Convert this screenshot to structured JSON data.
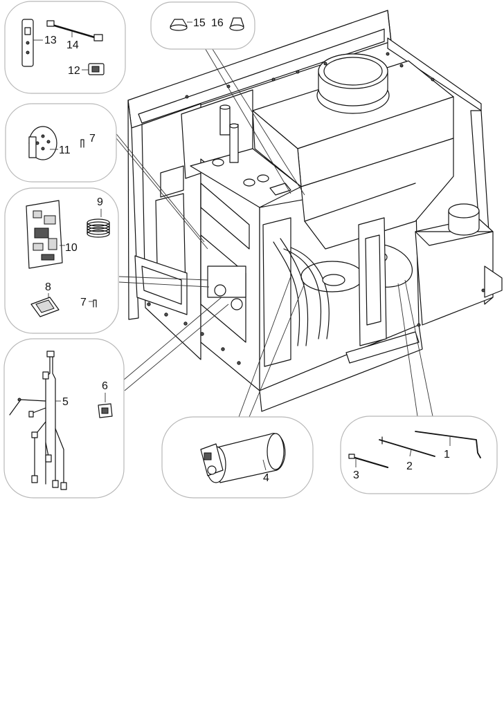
{
  "callouts": {
    "c1": "1",
    "c2": "2",
    "c3": "3",
    "c4": "4",
    "c5": "5",
    "c6": "6",
    "c7a": "7",
    "c7b": "7",
    "c8": "8",
    "c9": "9",
    "c10": "10",
    "c11": "11",
    "c12": "12",
    "c13": "13",
    "c14": "14",
    "c15": "15",
    "c16": "16"
  }
}
